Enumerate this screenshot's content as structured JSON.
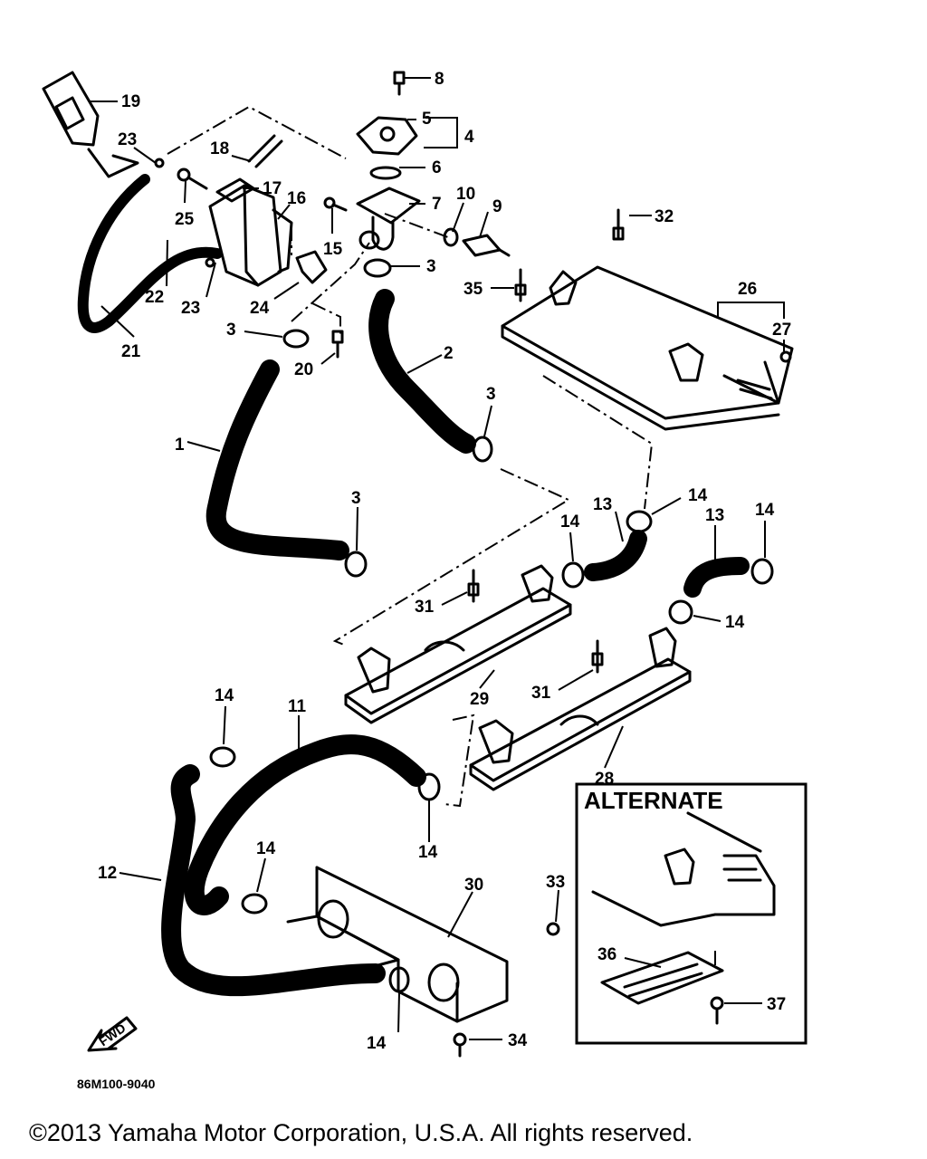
{
  "diagram": {
    "part_numbers": [
      "1",
      "2",
      "3",
      "4",
      "5",
      "6",
      "7",
      "8",
      "9",
      "10",
      "11",
      "12",
      "13",
      "14",
      "15",
      "16",
      "17",
      "18",
      "19",
      "20",
      "21",
      "22",
      "23",
      "24",
      "25",
      "26",
      "27",
      "28",
      "29",
      "30",
      "31",
      "32",
      "33",
      "34",
      "35",
      "36",
      "37"
    ],
    "alternate_label": "ALTERNATE",
    "fwd_label": "FWD",
    "drawing_code": "86M100-9040"
  },
  "footer": {
    "copyright": "©2013 Yamaha Motor Corporation, U.S.A. All rights reserved."
  }
}
